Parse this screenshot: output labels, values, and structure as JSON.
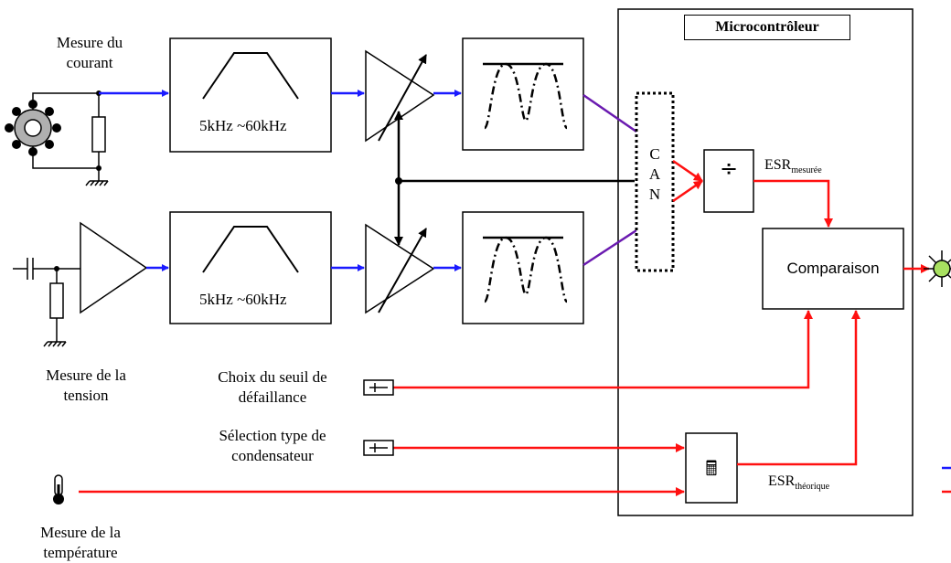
{
  "colors": {
    "signal_blue": "#1a1aff",
    "signal_red": "#ff1010",
    "signal_purple": "#6a1ab0",
    "black": "#000000",
    "led_green": "#a8e060"
  },
  "labels": {
    "current_measure": [
      "Mesure du",
      "courant"
    ],
    "voltage_measure": [
      "Mesure de la",
      "tension"
    ],
    "temperature_measure": [
      "Mesure de la",
      "température"
    ],
    "threshold_choice": [
      "Choix du seuil de",
      "défaillance"
    ],
    "capacitor_select": [
      "Sélection type de",
      "condensateur"
    ]
  },
  "blocks": {
    "filter_top_range": "5kHz ~60kHz",
    "filter_bottom_range": "5kHz ~60kHz",
    "microcontroller_title": "Microcontrôleur",
    "adc_letters": [
      "C",
      "A",
      "N"
    ],
    "divider_symbol": "÷",
    "comparison_label": "Comparaison",
    "esr_measured_main": "ESR",
    "esr_measured_sub": "mesurée",
    "esr_theoretical_main": "ESR",
    "esr_theoretical_sub": "théorique",
    "calculator_icon": "calculator-icon"
  }
}
